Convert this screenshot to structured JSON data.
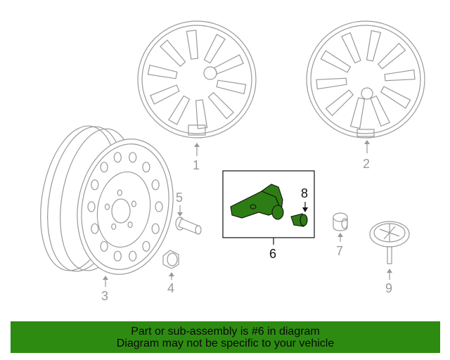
{
  "parts": [
    {
      "callout": "1",
      "name": "wheel-cover-1"
    },
    {
      "callout": "2",
      "name": "wheel-cover-2"
    },
    {
      "callout": "3",
      "name": "steel-wheel"
    },
    {
      "callout": "4",
      "name": "lug-nut"
    },
    {
      "callout": "5",
      "name": "wheel-stud"
    },
    {
      "callout": "6",
      "name": "tpms-sensor-assembly"
    },
    {
      "callout": "7",
      "name": "valve-cap"
    },
    {
      "callout": "8",
      "name": "sensor-valve"
    },
    {
      "callout": "9",
      "name": "hub-cap"
    }
  ],
  "highlight_part": "6",
  "colors": {
    "highlight": "#2e7d14",
    "banner": "#2e8b12",
    "line_art": "#9a9a9a"
  },
  "banner": {
    "line1": "Part or sub-assembly is #6 in diagram",
    "line2": "Diagram may not be specific to your vehicle"
  }
}
